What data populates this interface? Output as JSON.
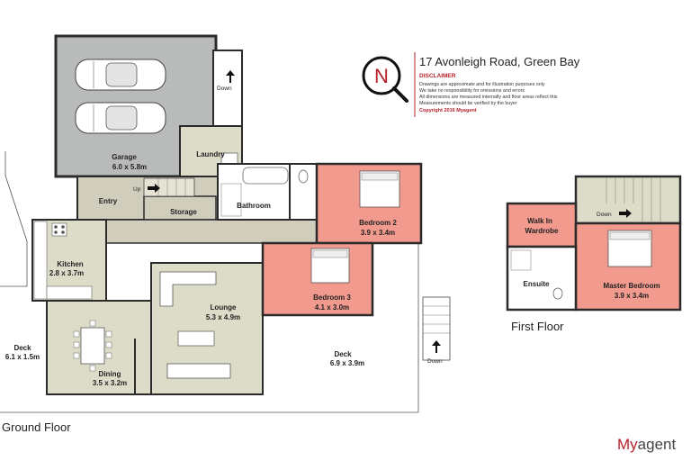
{
  "header": {
    "compass_letter": "N",
    "address": "17 Avonleigh Road, Green Bay",
    "disclaimer_title": "DISCLAIMER",
    "disclaimer_lines": [
      "Drawings are approximate and for illustration purposes only",
      "We take no responsibility for omissions and errors",
      "All dimensions are measured internally and floor areas reflect this",
      "Measurements should be verified by the buyer"
    ],
    "copyright": "Copyright 2016   Myagent"
  },
  "ground_floor": {
    "label": "Ground Floor",
    "rooms": {
      "garage": {
        "name": "Garage",
        "dims": "6.0 x 5.8m"
      },
      "laundry": {
        "name": "Laundry"
      },
      "entry": {
        "name": "Entry"
      },
      "storage": {
        "name": "Storage"
      },
      "bathroom": {
        "name": "Bathroom"
      },
      "bedroom2": {
        "name": "Bedroom 2",
        "dims": "3.9 x 3.4m"
      },
      "kitchen": {
        "name": "Kitchen",
        "dims": "2.8 x 3.7m"
      },
      "lounge": {
        "name": "Lounge",
        "dims": "5.3 x 4.9m"
      },
      "bedroom3": {
        "name": "Bedroom 3",
        "dims": "4.1 x 3.0m"
      },
      "dining": {
        "name": "Dining",
        "dims": "3.5 x 3.2m"
      },
      "deck_left": {
        "name": "Deck",
        "dims": "6.1 x 1.5m"
      },
      "deck_right": {
        "name": "Deck",
        "dims": "6.9 x 3.9m"
      }
    },
    "stair_labels": {
      "down_top": "Down",
      "up": "Up",
      "down_right": "Down"
    }
  },
  "first_floor": {
    "label": "First Floor",
    "rooms": {
      "walkin": {
        "name_line1": "Walk In",
        "name_line2": "Wardrobe"
      },
      "ensuite": {
        "name": "Ensuite"
      },
      "master": {
        "name": "Master Bedroom",
        "dims": "3.9 x 3.4m"
      }
    },
    "stair_label": "Down"
  },
  "brand": {
    "prefix": "My",
    "suffix": "agent"
  },
  "colors": {
    "garage": "#b9bbbb",
    "hallway": "#d0cdbd",
    "living": "#dddcc9",
    "bedroom": "#f29a8e",
    "wet": "#ffffff",
    "wall": "#2b2b2b",
    "brand_red": "#c8202a"
  }
}
